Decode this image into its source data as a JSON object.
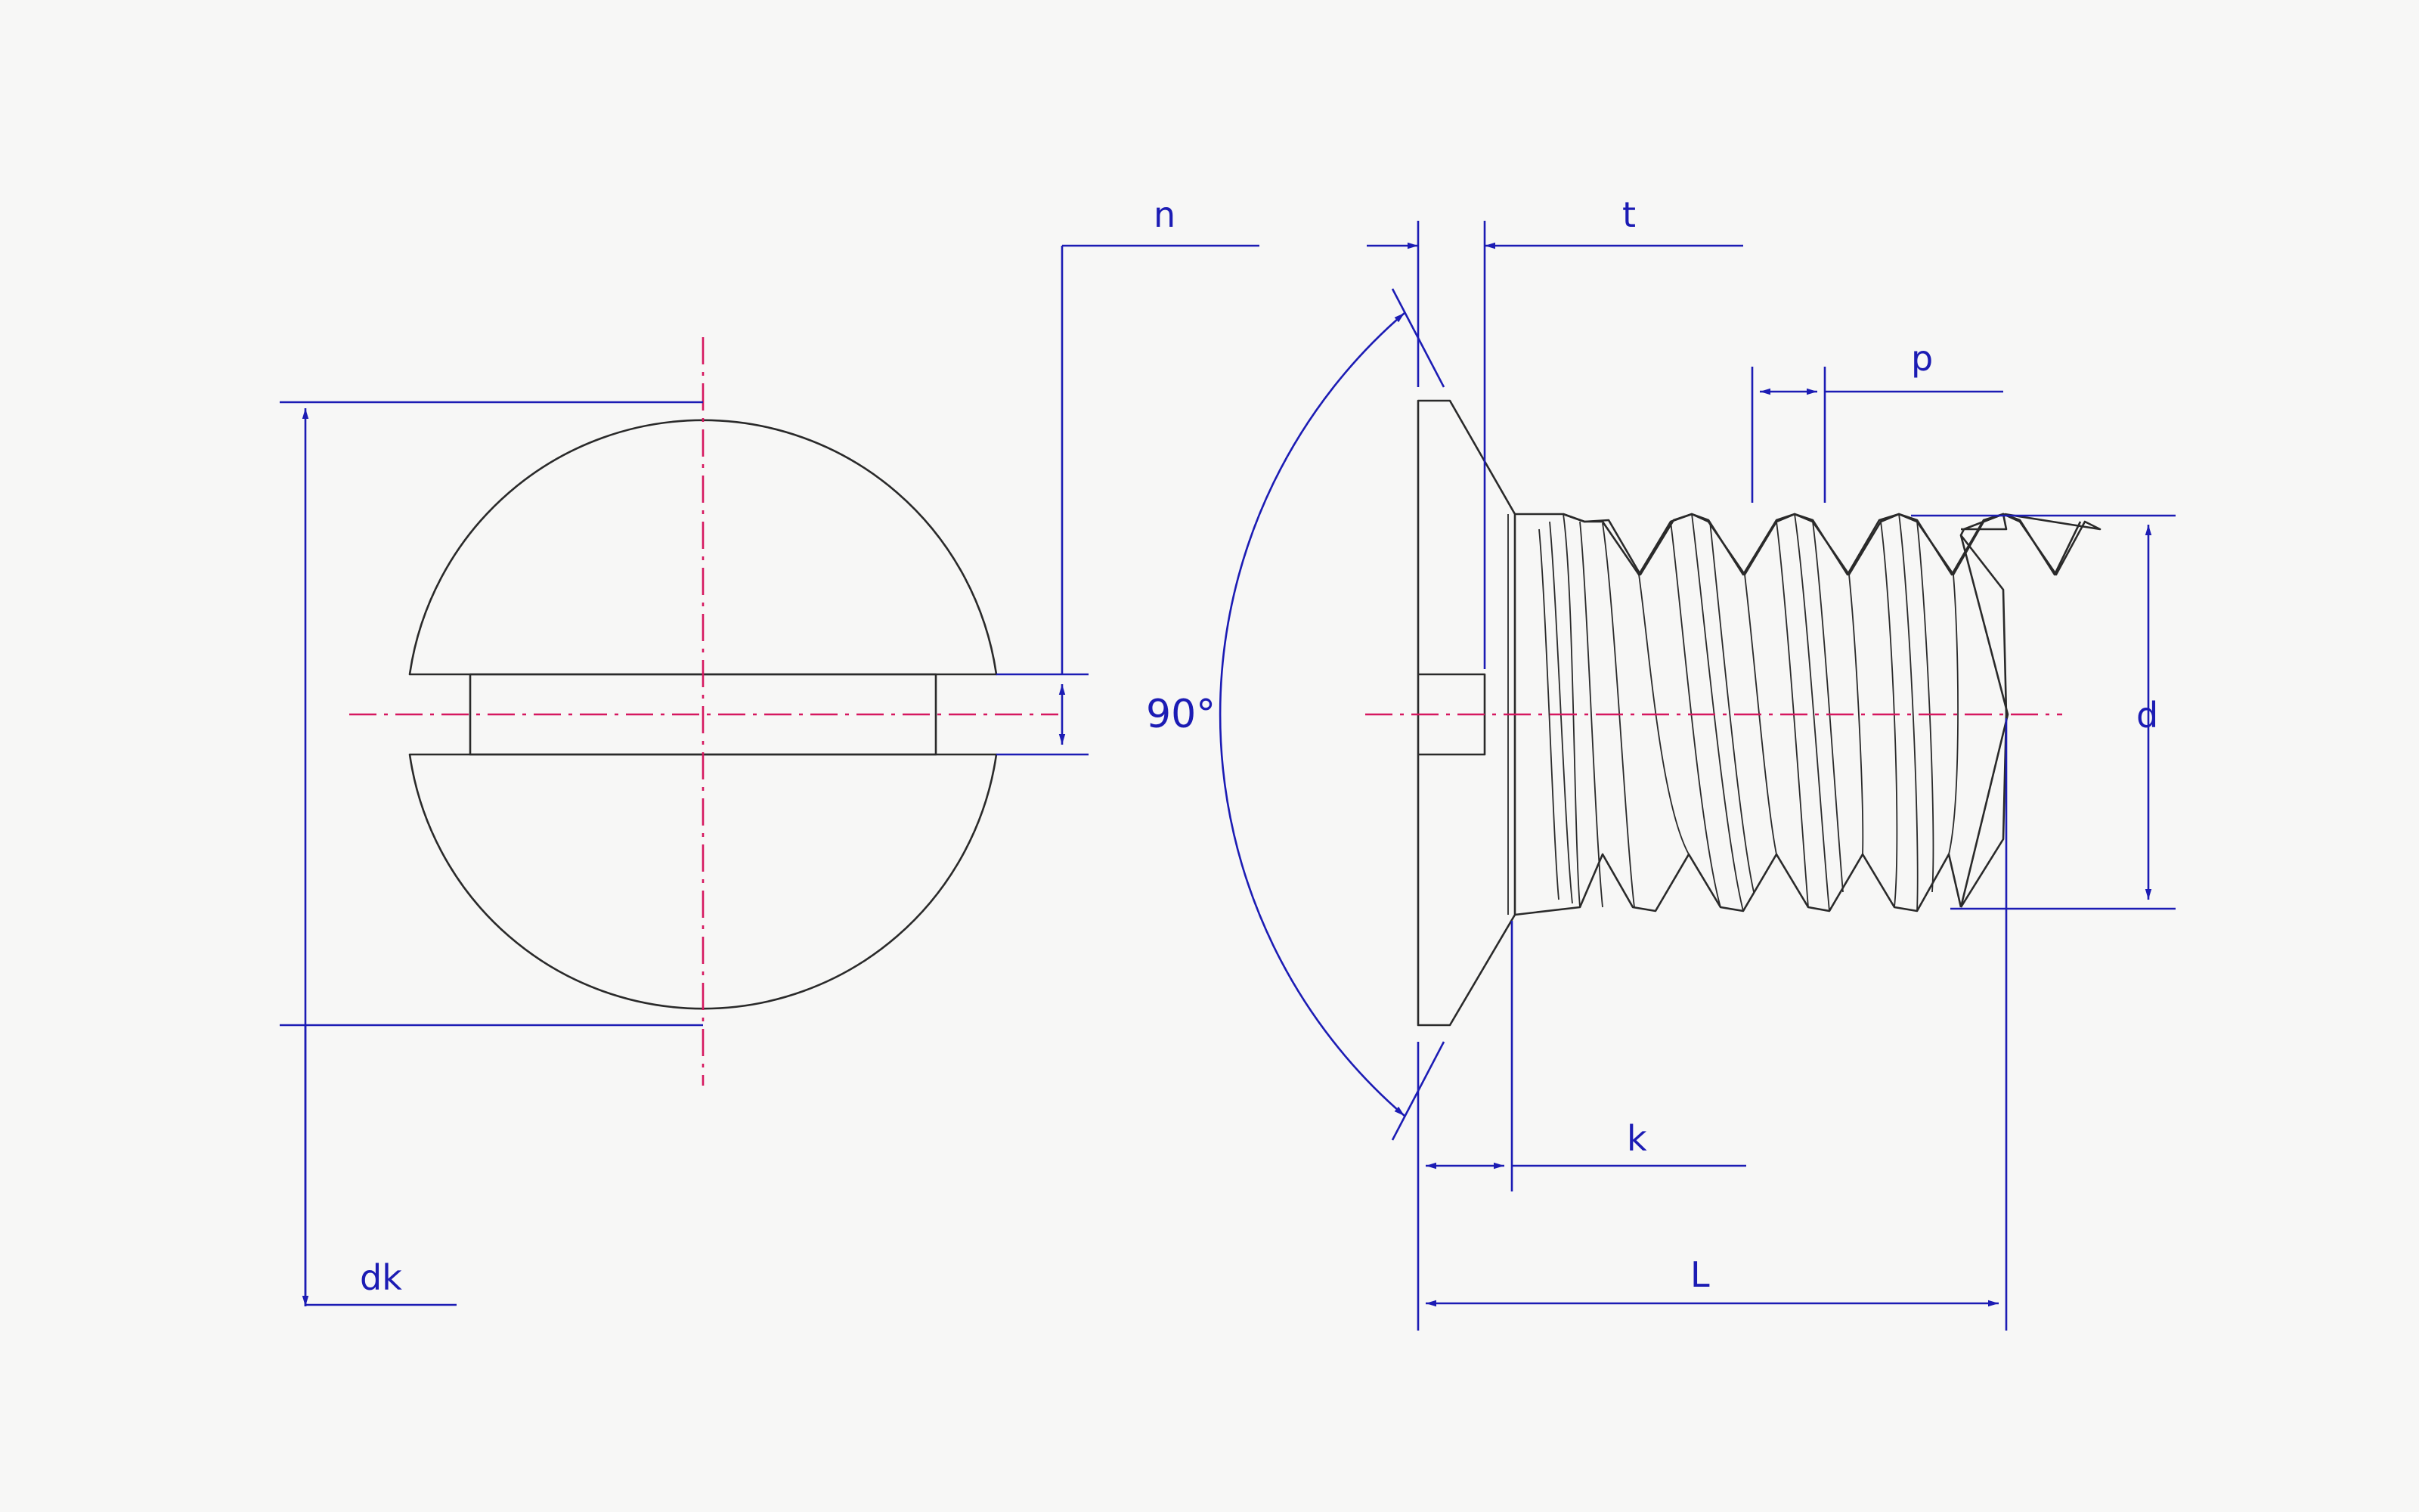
{
  "dimensions": {
    "n": "n",
    "t": "t",
    "p": "p",
    "d": "d",
    "k": "k",
    "L": "L",
    "dk": "dk",
    "angle": "90°"
  },
  "colors": {
    "part_outline": "#2a2a2a",
    "centerline": "#d6175f",
    "dimension": "#1c1cb4",
    "background": "#f7f7f6"
  }
}
